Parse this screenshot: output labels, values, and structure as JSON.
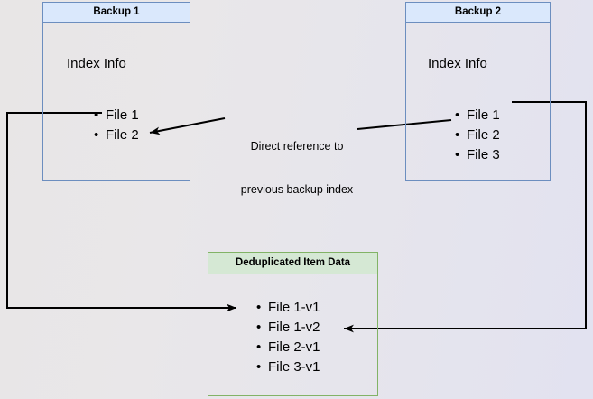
{
  "diagram": {
    "title_hidden": "",
    "colors": {
      "blue_border": "#6c8ebf",
      "blue_header_fill": "#dae8fc",
      "green_border": "#82b366",
      "green_header_fill": "#d5e8d4",
      "edge_stroke": "#000000",
      "background_left": "#e8e6e6",
      "background_right": "#e2e2f0"
    },
    "nodes": {
      "backup1": {
        "header": "Backup 1",
        "section_label": "Index Info",
        "items": [
          "File 1",
          "File 2"
        ]
      },
      "backup2": {
        "header": "Backup 2",
        "section_label": "Index Info",
        "items": [
          "File 1",
          "File 2",
          "File 3"
        ]
      },
      "dedup": {
        "header": "Deduplicated Item Data",
        "items": [
          "File 1-v1",
          "File 1-v2",
          "File 2-v1",
          "File 3-v1"
        ]
      }
    },
    "edges": {
      "direct_reference": {
        "label_line1": "Direct reference to",
        "label_line2": "previous backup index"
      }
    }
  }
}
